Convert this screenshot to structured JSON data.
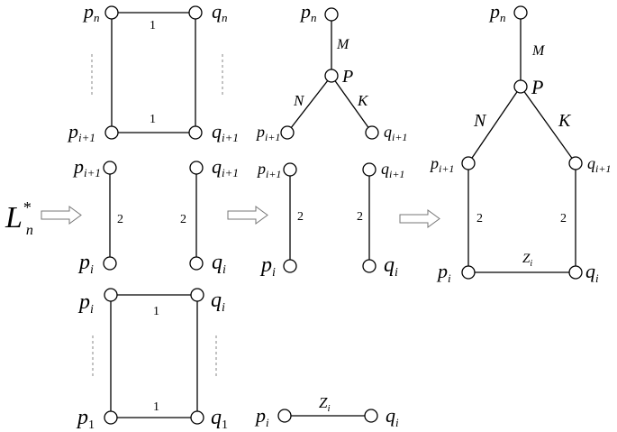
{
  "operator": {
    "letter": "L",
    "sup": "*",
    "sub": "n"
  },
  "vertices": {
    "p_n": {
      "base": "p",
      "sub": "n"
    },
    "q_n": {
      "base": "q",
      "sub": "n"
    },
    "p_i1": {
      "base": "p",
      "sub": "i+1"
    },
    "q_i1": {
      "base": "q",
      "sub": "i+1"
    },
    "p_i": {
      "base": "p",
      "sub": "i"
    },
    "q_i": {
      "base": "q",
      "sub": "i"
    },
    "p_1": {
      "base": "p",
      "sub": "1"
    },
    "q_1": {
      "base": "q",
      "sub": "1"
    },
    "P": "P"
  },
  "edge_labels": {
    "one": "1",
    "two": "2",
    "M": "M",
    "N": "N",
    "K": "K",
    "Z": {
      "base": "Z",
      "sub": "i"
    }
  }
}
